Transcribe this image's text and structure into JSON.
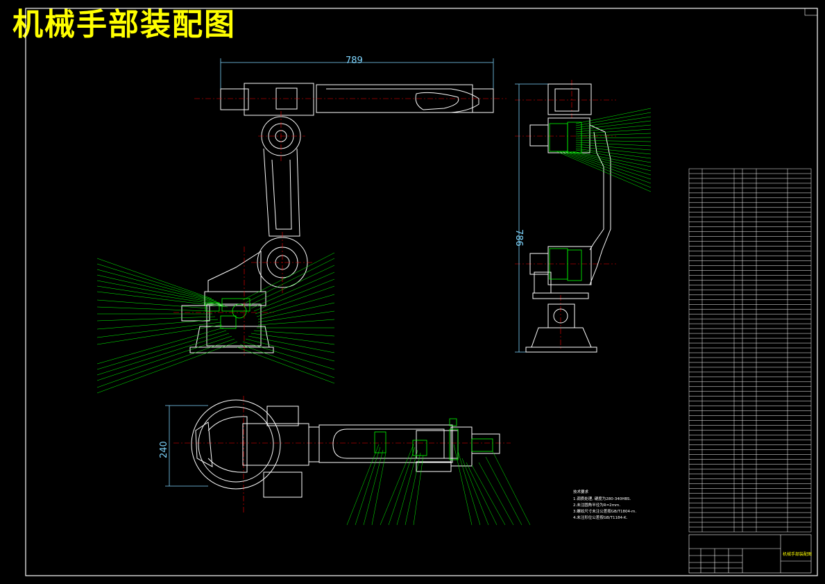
{
  "title": "机械手部装配图",
  "dimensions": {
    "top_width": "789",
    "side_height": "786",
    "plan_height": "240"
  },
  "notes": {
    "heading": "技术要求",
    "items": [
      "1.调质处理, 硬度为280-340HBS.",
      "2.未注圆角半径为R=2mm.",
      "3.螺纹尺寸未注公差按GB/T1804-m.",
      "4.未注形位公差按GB/T1184-K."
    ]
  },
  "title_block": {
    "drawing_name": "机械手部装配图"
  },
  "colors": {
    "background": "#000000",
    "outline": "#ffffff",
    "leader": "#00ff00",
    "center_line": "#ff0000",
    "dimension": "#7fd6ff",
    "title": "#ffff00"
  }
}
